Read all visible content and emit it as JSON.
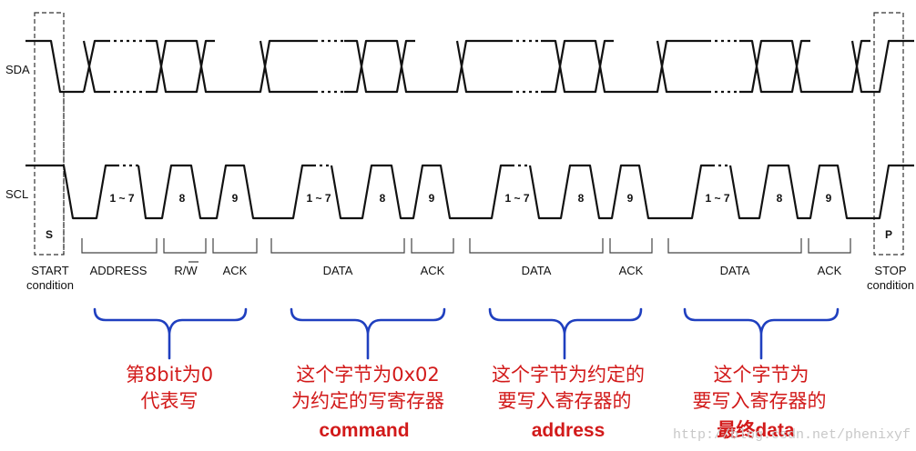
{
  "signals": {
    "sda": "SDA",
    "scl": "SCL"
  },
  "bit_labels": [
    "1 ~ 7",
    "8",
    "9",
    "1 ~ 7",
    "8",
    "9",
    "1 ~ 7",
    "8",
    "9",
    "1 ~ 7",
    "8",
    "9"
  ],
  "start_marker": "S",
  "stop_marker": "P",
  "field_labels": {
    "start_1": "START",
    "start_2": "condition",
    "address": "ADDRESS",
    "rw": "R/W",
    "ack1": "ACK",
    "data1": "DATA",
    "ack2": "ACK",
    "data2": "DATA",
    "ack3": "ACK",
    "data3": "DATA",
    "ack4": "ACK",
    "stop_1": "STOP",
    "stop_2": "condition"
  },
  "annotations": [
    {
      "lines": [
        "第8bit为0",
        "代表写"
      ],
      "bold": ""
    },
    {
      "lines": [
        "这个字节为0x02",
        "为约定的写寄存器"
      ],
      "bold": "command"
    },
    {
      "lines": [
        "这个字节为约定的",
        "要写入寄存器的"
      ],
      "bold": "address"
    },
    {
      "lines": [
        "这个字节为",
        "要写入寄存器的"
      ],
      "bold_prefix": "最终",
      "bold": "data"
    }
  ],
  "watermark": "http://blog.csdn.net/phenixyf",
  "colors": {
    "signal": "#111111",
    "brace": "#1f3fbf",
    "note": "#d21a1a"
  }
}
